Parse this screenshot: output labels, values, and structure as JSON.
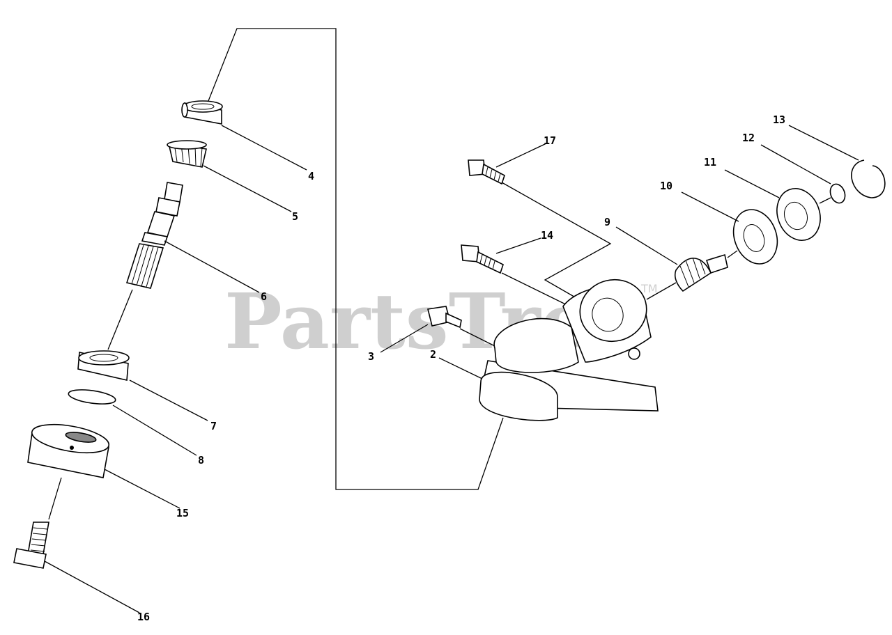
{
  "watermark": {
    "text": "PartsTree",
    "trademark": "TM"
  },
  "callouts": [
    {
      "id": "c4",
      "label": "4"
    },
    {
      "id": "c5",
      "label": "5"
    },
    {
      "id": "c6",
      "label": "6"
    },
    {
      "id": "c7",
      "label": "7"
    },
    {
      "id": "c8",
      "label": "8"
    },
    {
      "id": "c15",
      "label": "15"
    },
    {
      "id": "c16",
      "label": "16"
    },
    {
      "id": "c3",
      "label": "3"
    },
    {
      "id": "c2",
      "label": "2"
    },
    {
      "id": "c17",
      "label": "17"
    },
    {
      "id": "c14",
      "label": "14"
    },
    {
      "id": "c9",
      "label": "9"
    },
    {
      "id": "c10",
      "label": "10"
    },
    {
      "id": "c11",
      "label": "11"
    },
    {
      "id": "c12",
      "label": "12"
    },
    {
      "id": "c13",
      "label": "13"
    }
  ]
}
